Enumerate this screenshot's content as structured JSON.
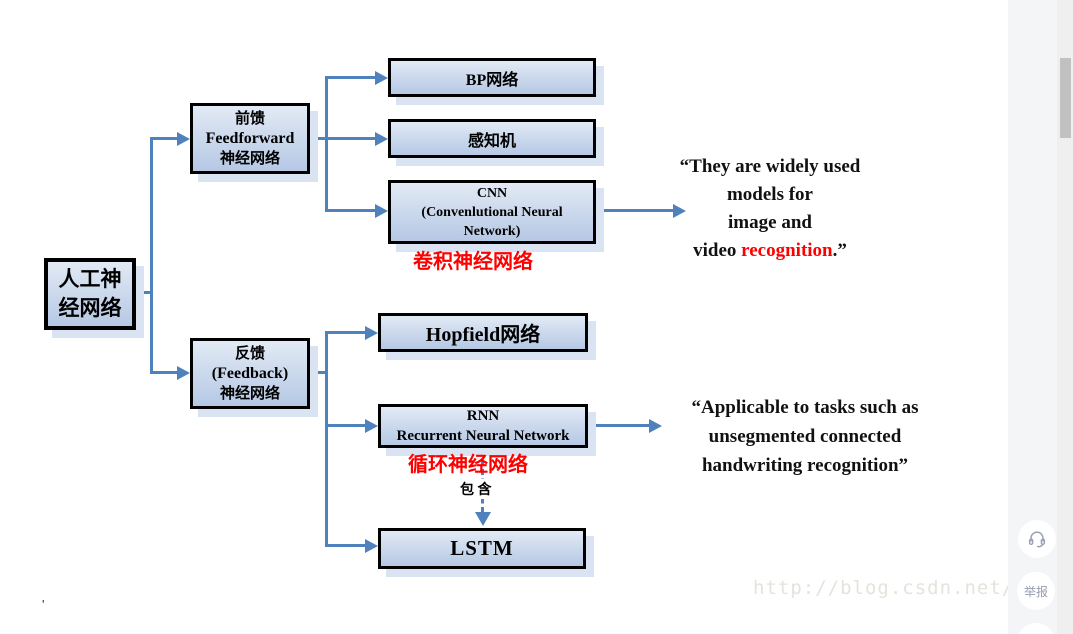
{
  "colors": {
    "accent_blue": "#4f81bd",
    "box_fill_top": "#e2eaf5",
    "box_fill_bottom": "#b5c8e4",
    "box_shadow": "#d9e3f2",
    "highlight_red": "#ff0000",
    "watermark_gray": "#e4e4dd",
    "scroll_thumb": "#c1c1c1"
  },
  "tree": {
    "root": {
      "lines": [
        "人工神",
        "经网络"
      ]
    },
    "feedforward": {
      "lines": [
        "前馈",
        "Feedforward",
        "神经网络"
      ]
    },
    "feedback": {
      "lines": [
        "反馈",
        "(Feedback)",
        "神经网络"
      ]
    },
    "bp": {
      "label": "BP网络"
    },
    "perceptron": {
      "label": "感知机"
    },
    "cnn": {
      "lines": [
        "CNN",
        "(Convenlutional Neural",
        "Network)"
      ],
      "annotation": "卷积神经网络"
    },
    "hopfield": {
      "label": "Hopfield网络"
    },
    "rnn": {
      "lines": [
        "RNN",
        "Recurrent Neural Network"
      ],
      "annotation": "循环神经网络"
    },
    "lstm": {
      "label": "LSTM"
    },
    "contains_label": "包 含"
  },
  "quotes": {
    "cnn": {
      "l1": "“They are widely used",
      "l2": "models for",
      "l3": "image and",
      "l4a": "video ",
      "l4b": "recognition",
      "l4c": ".”"
    },
    "rnn": {
      "l1": "“Applicable to tasks such as",
      "l2": "unsegmented connected",
      "l3": "handwriting recognition”"
    }
  },
  "watermark": "http://blog.csdn.net/",
  "page_mark": "'",
  "side_panel": {
    "support_icon": "headset-icon",
    "report_label": "举报"
  }
}
